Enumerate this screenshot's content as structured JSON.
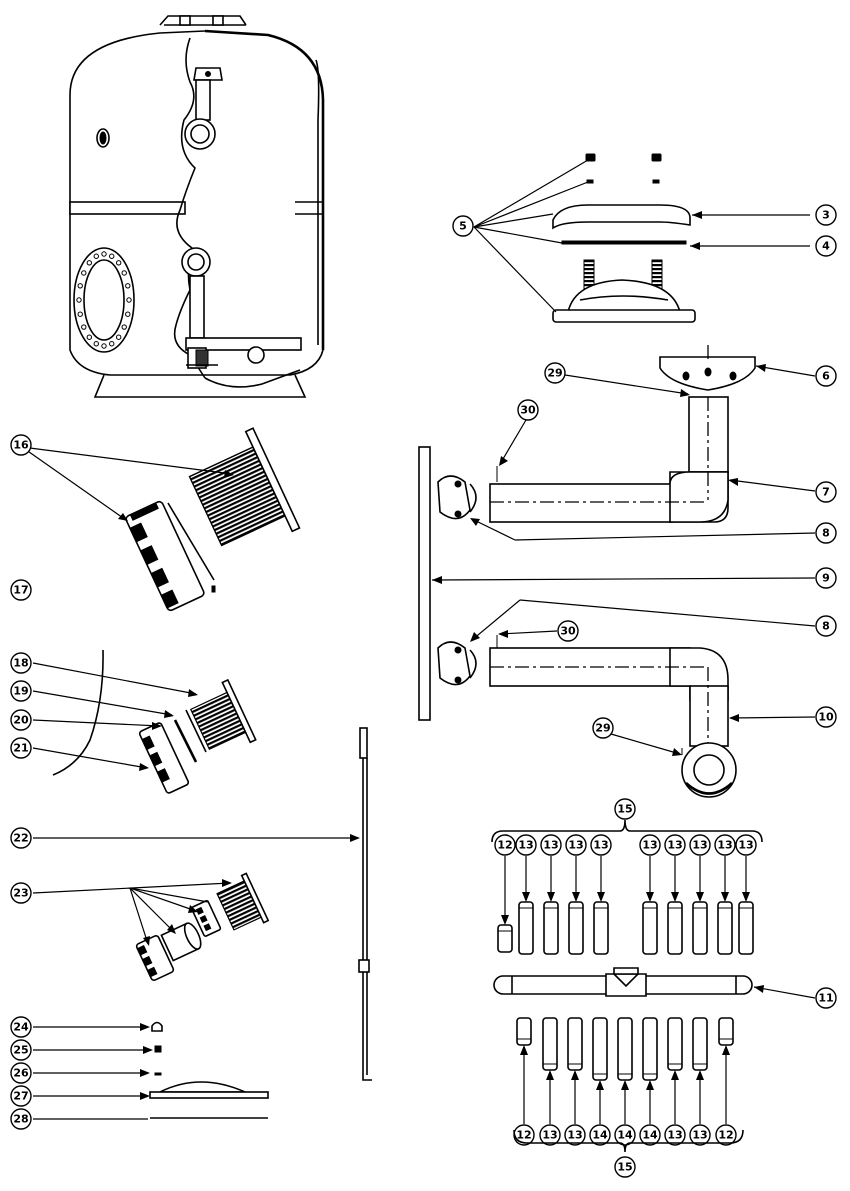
{
  "diagram": {
    "callouts": {
      "c3": "3",
      "c4": "4",
      "c5": "5",
      "c6": "6",
      "c7": "7",
      "c8a": "8",
      "c8b": "8",
      "c9": "9",
      "c10": "10",
      "c11": "11",
      "c15a": "15",
      "c15b": "15",
      "c16": "16",
      "c17": "17",
      "c18": "18",
      "c19": "19",
      "c20": "20",
      "c21": "21",
      "c22": "22",
      "c23": "23",
      "c24": "24",
      "c25": "25",
      "c26": "26",
      "c27": "27",
      "c28": "28",
      "c29a": "29",
      "c29b": "29",
      "c30a": "30",
      "c30b": "30"
    },
    "upper_lateral_callouts": [
      "12",
      "13",
      "13",
      "13",
      "13",
      "13",
      "13",
      "13",
      "13",
      "13"
    ],
    "lower_lateral_callouts": [
      "12",
      "13",
      "13",
      "14",
      "14",
      "14",
      "13",
      "13",
      "12"
    ]
  }
}
